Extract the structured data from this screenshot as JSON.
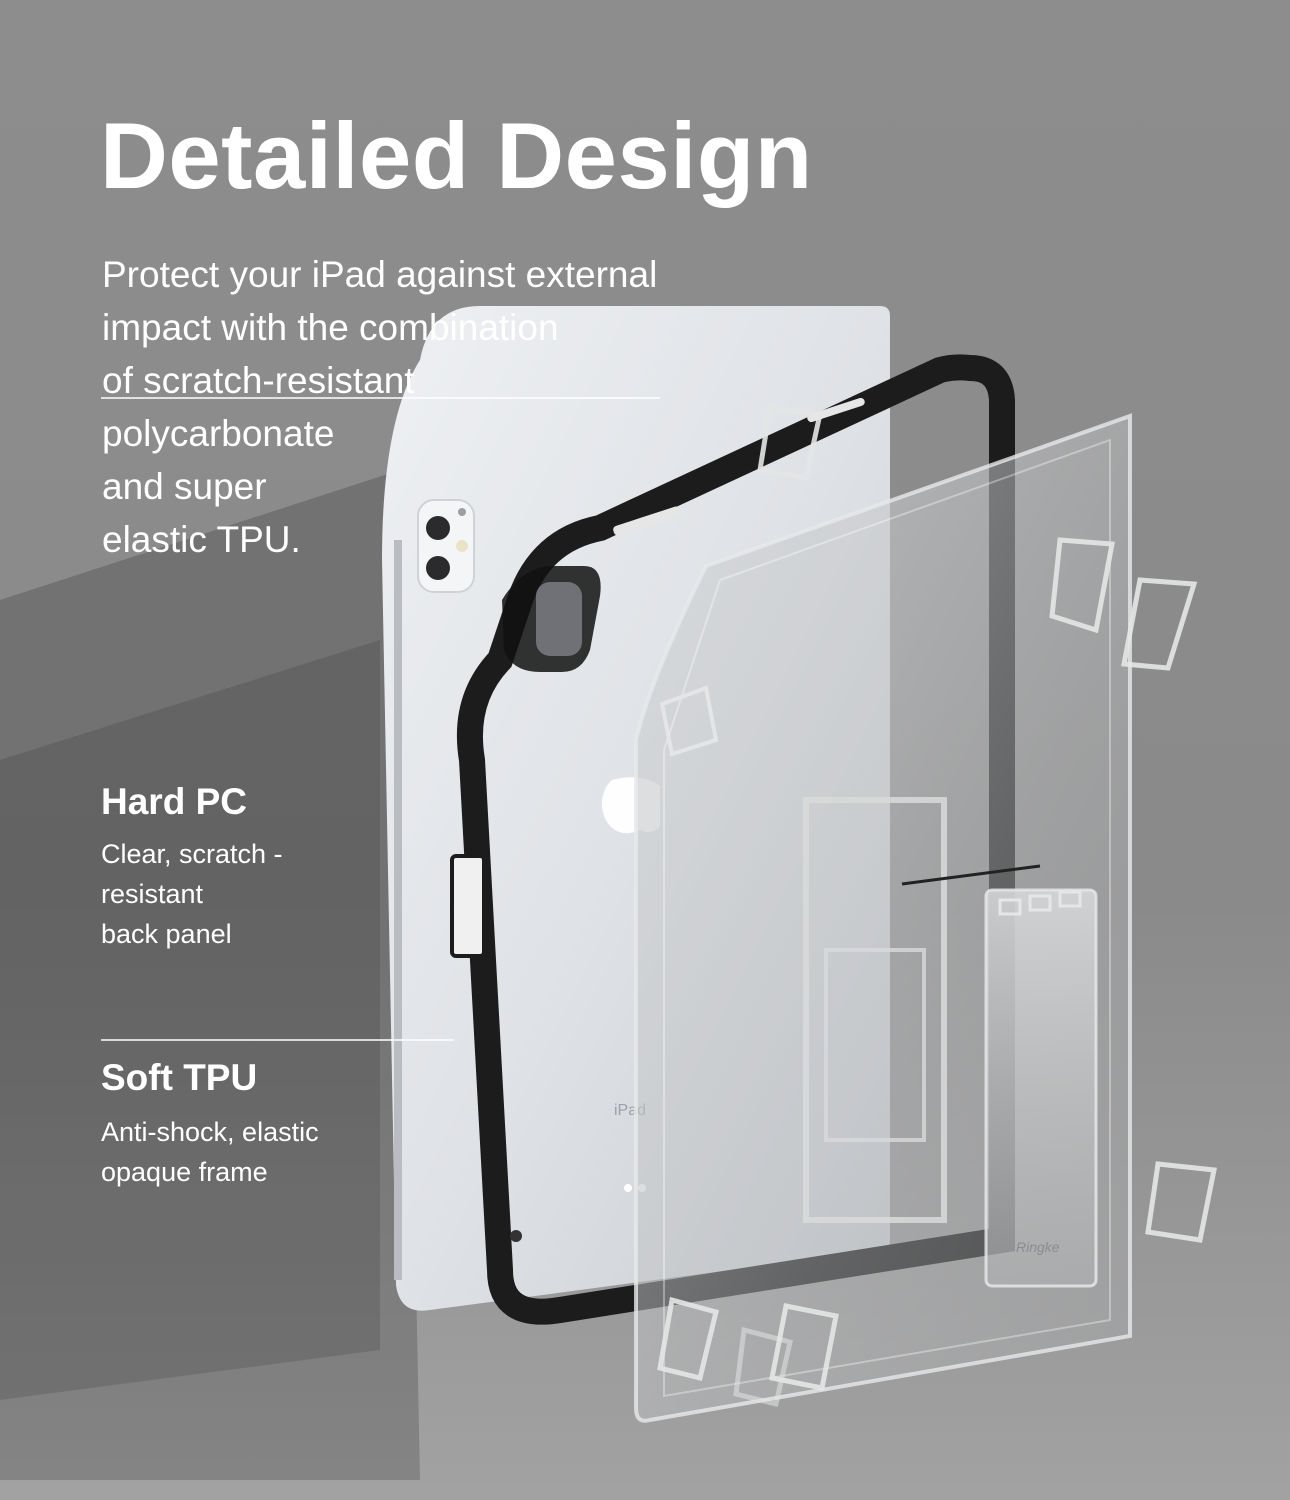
{
  "heading": "Detailed Design",
  "intro_lines": [
    "Protect your iPad against external",
    "impact with the combination",
    "of scratch-resistant",
    "polycarbonate",
    "and super",
    "elastic TPU."
  ],
  "callouts": [
    {
      "title": "Hard PC",
      "lines": [
        "Clear, scratch -",
        "resistant",
        "back panel"
      ]
    },
    {
      "title": "Soft TPU",
      "lines": [
        "Anti-shock, elastic",
        "opaque frame"
      ]
    }
  ],
  "device": {
    "model_label": "iPad",
    "brand_mark": "Ringke"
  },
  "colors": {
    "background": "#8d8d8d",
    "text": "#ffffff",
    "frame": "#1c1c1c",
    "device_body": "#dfe2e6",
    "clear_panel": "#c9cbcc"
  }
}
